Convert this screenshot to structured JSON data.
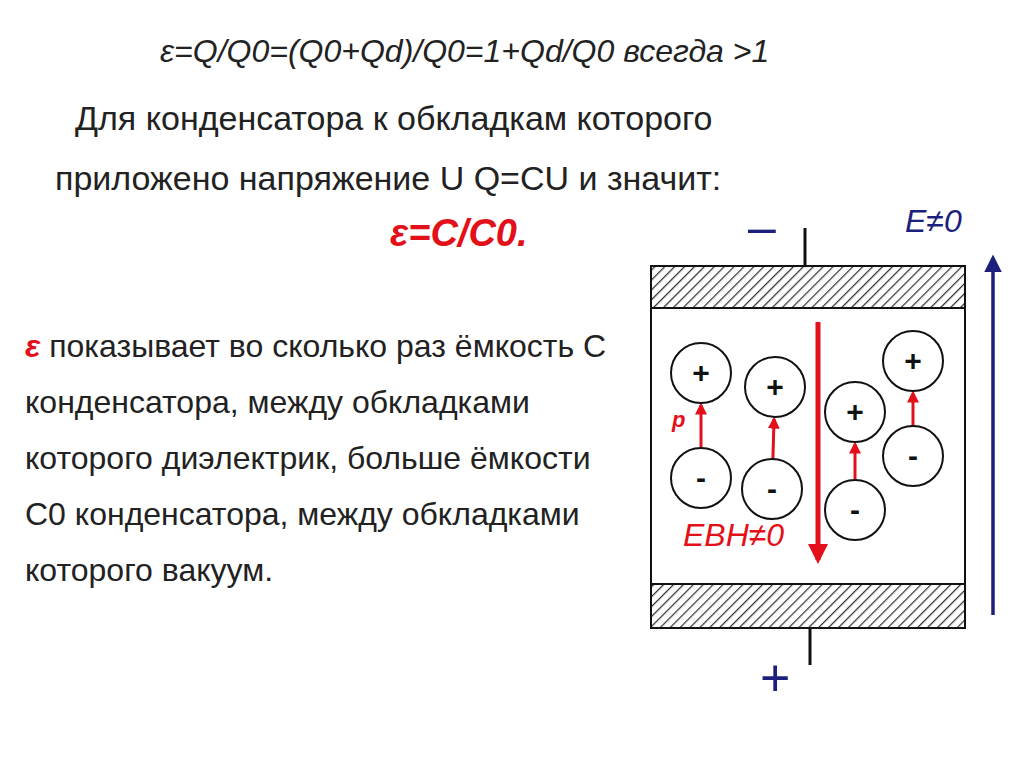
{
  "diagram": {
    "nodes": [
      {
        "text": [
          "+"
        ]
      },
      {
        "text": [
          "-"
        ]
      },
      {
        "text": [
          "+"
        ]
      },
      {
        "text": [
          "-"
        ]
      },
      {
        "text": [
          "+"
        ]
      },
      {
        "text": [
          "-"
        ]
      },
      {
        "text": [
          "+"
        ]
      },
      {
        "text": [
          "-"
        ]
      }
    ],
    "edges": [
      {
        "from": 1,
        "to": 0,
        "arrow": "to"
      },
      {
        "from": 3,
        "to": 2,
        "arrow": "to"
      },
      {
        "from": 5,
        "to": 4,
        "arrow": "to"
      },
      {
        "from": 7,
        "to": 6,
        "arrow": "to"
      }
    ],
    "labels": [
      "ε=Q/Q0=(Q0+Qd)/Q0=1+Qd/Q0 всегда >1",
      "Для конденсатора к обкладкам которого приложено напряжение U Q=CU и значит:",
      "ε=C/C0.",
      "ε",
      "показывает во сколько раз ёмкость C конденсатора, между обкладками которого диэлектрик, больше ёмкости C0 конденсатора, между обкладками которого вакуум.",
      "–",
      "+",
      "E≠0",
      "EВН≠0",
      "p"
    ]
  }
}
